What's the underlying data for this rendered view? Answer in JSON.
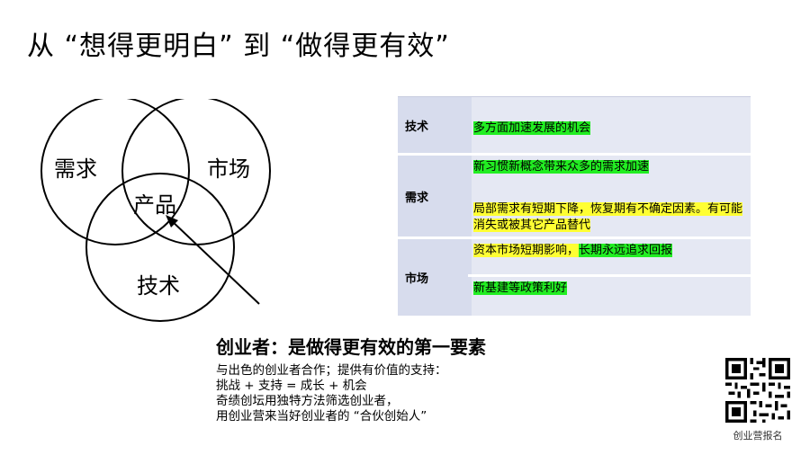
{
  "title": "从 “想得更明白” 到 “做得更有效”",
  "venn": {
    "demand": "需求",
    "market": "市场",
    "product": "产品",
    "tech": "技术"
  },
  "table": {
    "rows": [
      {
        "header": "技术",
        "items": [
          {
            "segments": [
              {
                "text": "多方面加速发展的机会",
                "highlight": "green"
              }
            ]
          }
        ]
      },
      {
        "header": "需求",
        "items": [
          {
            "segments": [
              {
                "text": "新习惯新概念带来众多的需求加速",
                "highlight": "green"
              }
            ]
          },
          {
            "segments": [
              {
                "text": "局部需求有短期下降，恢复期有不确定因素。有可能消失或被其它产品替代",
                "highlight": "yellow"
              }
            ]
          }
        ]
      },
      {
        "header": "市场",
        "items": [
          {
            "segments": [
              {
                "text": "资本市场短期影响，",
                "highlight": "yellow"
              },
              {
                "text": "长期永远追求回报",
                "highlight": "green"
              }
            ]
          },
          {
            "segments": [
              {
                "text": "新基建等政策利好",
                "highlight": "green"
              }
            ]
          }
        ]
      }
    ]
  },
  "subtitle": "创业者：是做得更有效的第一要素",
  "body_lines": [
    "与出色的创业者合作；提供有价值的支持：",
    "挑战 + 支持 = 成长 + 机会",
    "奇绩创坛用独特方法筛选创业者，",
    "用创业营来当好创业者的 “合伙创始人”"
  ],
  "qr_caption": "创业营报名",
  "colors": {
    "green_highlight": "#22ee22",
    "yellow_highlight": "#ffff33",
    "table_bg": "#e5e8f3"
  }
}
